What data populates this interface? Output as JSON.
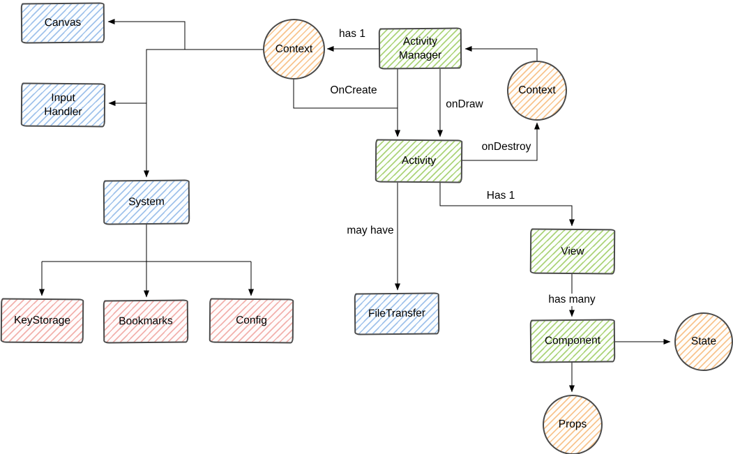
{
  "diagram": {
    "type": "flowchart",
    "background": "#ffffff",
    "palette": {
      "blue_node_hatch": "#82afe4",
      "green_node_hatch": "#92c44d",
      "red_node_hatch": "#ec928c",
      "orange_node_hatch": "#f5b169",
      "node_border": "#4a4a4a",
      "connector": "#000000",
      "text": "#000000"
    },
    "nodes": [
      {
        "id": "canvas",
        "label": "Canvas",
        "shape": "rectangle",
        "color": "blue"
      },
      {
        "id": "input-handler",
        "label": "Input Handler",
        "shape": "rectangle",
        "color": "blue"
      },
      {
        "id": "system",
        "label": "System",
        "shape": "rectangle",
        "color": "blue"
      },
      {
        "id": "keystorage",
        "label": "KeyStorage",
        "shape": "rectangle",
        "color": "red"
      },
      {
        "id": "bookmarks",
        "label": "Bookmarks",
        "shape": "rectangle",
        "color": "red"
      },
      {
        "id": "config",
        "label": "Config",
        "shape": "rectangle",
        "color": "red"
      },
      {
        "id": "context-left",
        "label": "Context",
        "shape": "circle",
        "color": "orange"
      },
      {
        "id": "activity-manager",
        "label": "Activity Manager",
        "shape": "rectangle",
        "color": "green"
      },
      {
        "id": "context-right",
        "label": "Context",
        "shape": "circle",
        "color": "orange"
      },
      {
        "id": "activity",
        "label": "Activity",
        "shape": "rectangle",
        "color": "green"
      },
      {
        "id": "filetransfer",
        "label": "FileTransfer",
        "shape": "rectangle",
        "color": "blue"
      },
      {
        "id": "view",
        "label": "View",
        "shape": "rectangle",
        "color": "green"
      },
      {
        "id": "component",
        "label": "Component",
        "shape": "rectangle",
        "color": "green"
      },
      {
        "id": "state",
        "label": "State",
        "shape": "circle",
        "color": "orange"
      },
      {
        "id": "props",
        "label": "Props",
        "shape": "circle",
        "color": "orange"
      }
    ],
    "edge_labels": {
      "has_1": "has 1",
      "oncreate": "OnCreate",
      "ondraw": "onDraw",
      "ondestroy": "onDestroy",
      "may_have": "may have",
      "has_1_view": "Has 1",
      "has_many": "has many"
    },
    "edges": [
      {
        "from": "activity-manager",
        "to": "context-left",
        "label": "has 1"
      },
      {
        "from": "context-left",
        "to": "canvas",
        "label": ""
      },
      {
        "from": "context-left",
        "to": "input-handler",
        "label": ""
      },
      {
        "from": "context-left",
        "to": "system",
        "label": ""
      },
      {
        "from": "context-left",
        "to": "activity",
        "label": "OnCreate"
      },
      {
        "from": "activity-manager",
        "to": "activity",
        "label": ""
      },
      {
        "from": "activity-manager",
        "to": "activity",
        "label": "onDraw"
      },
      {
        "from": "context-right",
        "to": "activity-manager",
        "label": ""
      },
      {
        "from": "activity",
        "to": "context-right",
        "label": "onDestroy"
      },
      {
        "from": "activity",
        "to": "filetransfer",
        "label": "may have"
      },
      {
        "from": "activity",
        "to": "view",
        "label": "Has 1"
      },
      {
        "from": "system",
        "to": "keystorage",
        "label": ""
      },
      {
        "from": "system",
        "to": "bookmarks",
        "label": ""
      },
      {
        "from": "system",
        "to": "config",
        "label": ""
      },
      {
        "from": "view",
        "to": "component",
        "label": "has many"
      },
      {
        "from": "component",
        "to": "state",
        "label": ""
      },
      {
        "from": "component",
        "to": "props",
        "label": ""
      }
    ]
  }
}
